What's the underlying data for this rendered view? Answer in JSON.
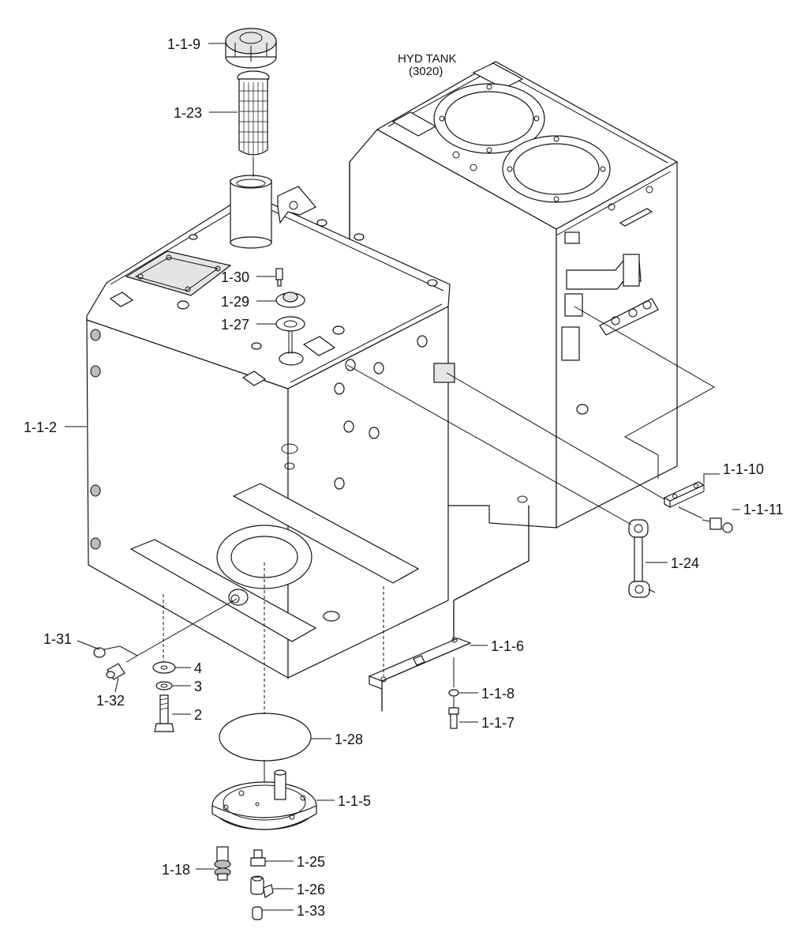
{
  "title": {
    "line1": "HYD TANK",
    "line2": "(3020)"
  },
  "labels": {
    "p_1_1_9": "1-1-9",
    "p_1_23": "1-23",
    "p_1_30": "1-30",
    "p_1_29": "1-29",
    "p_1_27": "1-27",
    "p_1_1_2": "1-1-2",
    "p_1_1_10": "1-1-10",
    "p_1_1_11": "1-1-11",
    "p_1_24": "1-24",
    "p_1_31": "1-31",
    "p_4": "4",
    "p_1_1_6": "1-1-6",
    "p_3": "3",
    "p_1_32": "1-32",
    "p_1_1_8": "1-1-8",
    "p_2": "2",
    "p_1_1_7": "1-1-7",
    "p_1_28": "1-28",
    "p_1_1_5": "1-1-5",
    "p_1_25": "1-25",
    "p_1_18": "1-18",
    "p_1_26": "1-26",
    "p_1_33": "1-33"
  }
}
